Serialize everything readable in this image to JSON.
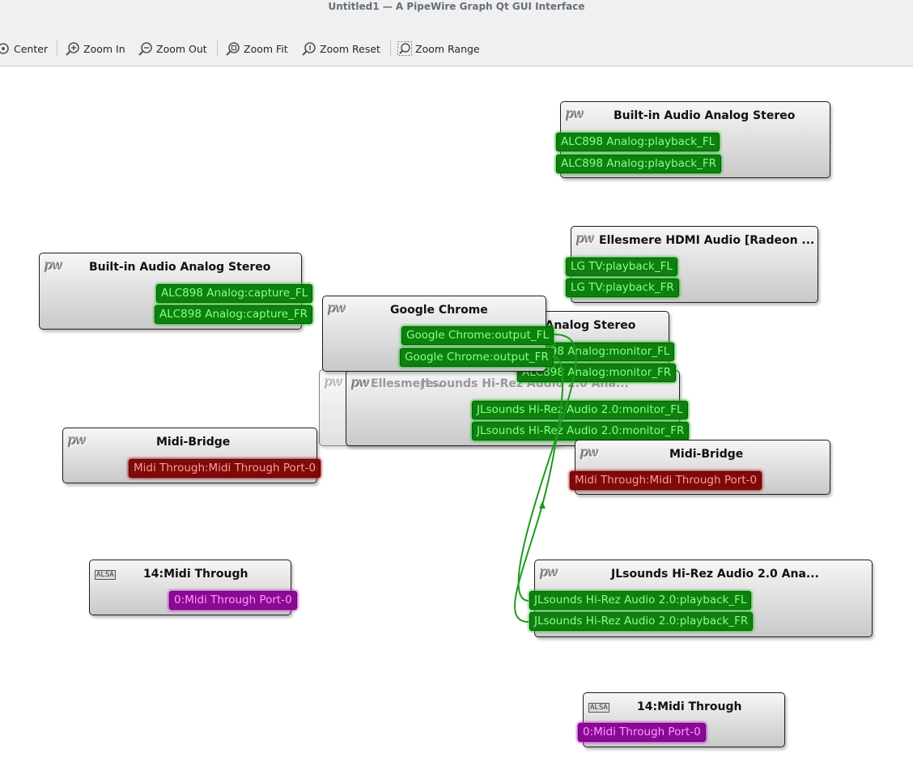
{
  "window": {
    "title": "Untitled1 — A PipeWire Graph Qt GUI Interface"
  },
  "toolbar": {
    "center": "Center",
    "zoom_in": "Zoom In",
    "zoom_out": "Zoom Out",
    "zoom_fit": "Zoom Fit",
    "zoom_reset": "Zoom Reset",
    "zoom_range": "Zoom Range"
  },
  "icons": {
    "pw": "pw",
    "alsa": "ALSA"
  },
  "nodes": {
    "builtin_out": {
      "title": "Built-in Audio Analog Stereo",
      "ports": [
        "ALC898 Analog:playback_FL",
        "ALC898 Analog:playback_FR"
      ]
    },
    "hdmi": {
      "title": "Ellesmere HDMI Audio [Radeon ...",
      "ports": [
        "LG TV:playback_FL",
        "LG TV:playback_FR"
      ]
    },
    "builtin_in": {
      "title": "Built-in Audio Analog Stereo",
      "ports": [
        "ALC898 Analog:capture_FL",
        "ALC898 Analog:capture_FR"
      ]
    },
    "chrome": {
      "title": "Google Chrome",
      "ports": [
        "Google Chrome:output_FL",
        "Google Chrome:output_FR"
      ]
    },
    "builtin_monitor": {
      "title": "Built-in Audio Analog Stereo",
      "ports": [
        "ALC898 Analog:monitor_FL",
        "ALC898 Analog:monitor_FR"
      ]
    },
    "hidden_a": {
      "title": "Ellesmere..."
    },
    "jl_monitor": {
      "title": "JLsounds Hi-Rez Audio 2.0 Ana...",
      "ports": [
        "JLsounds Hi-Rez Audio 2.0:monitor_FL",
        "JLsounds Hi-Rez Audio 2.0:monitor_FR"
      ]
    },
    "midi_bridge_left": {
      "title": "Midi-Bridge",
      "ports": [
        "Midi Through:Midi Through Port-0"
      ]
    },
    "midi_bridge_right": {
      "title": "Midi-Bridge",
      "ports": [
        "Midi Through:Midi Through Port-0"
      ]
    },
    "alsa_left": {
      "title": "14:Midi Through",
      "ports": [
        "0:Midi Through Port-0"
      ]
    },
    "jl_playback": {
      "title": "JLsounds Hi-Rez Audio 2.0 Ana...",
      "ports": [
        "JLsounds Hi-Rez Audio 2.0:playback_FL",
        "JLsounds Hi-Rez Audio 2.0:playback_FR"
      ]
    },
    "alsa_right": {
      "title": "14:Midi Through",
      "ports": [
        "0:Midi Through Port-0"
      ]
    }
  },
  "colors": {
    "audio_port": "#0d800d",
    "midi_port": "#7e0a0a",
    "alsa_midi_port": "#8a0a95",
    "link": "#1f9a1f"
  }
}
